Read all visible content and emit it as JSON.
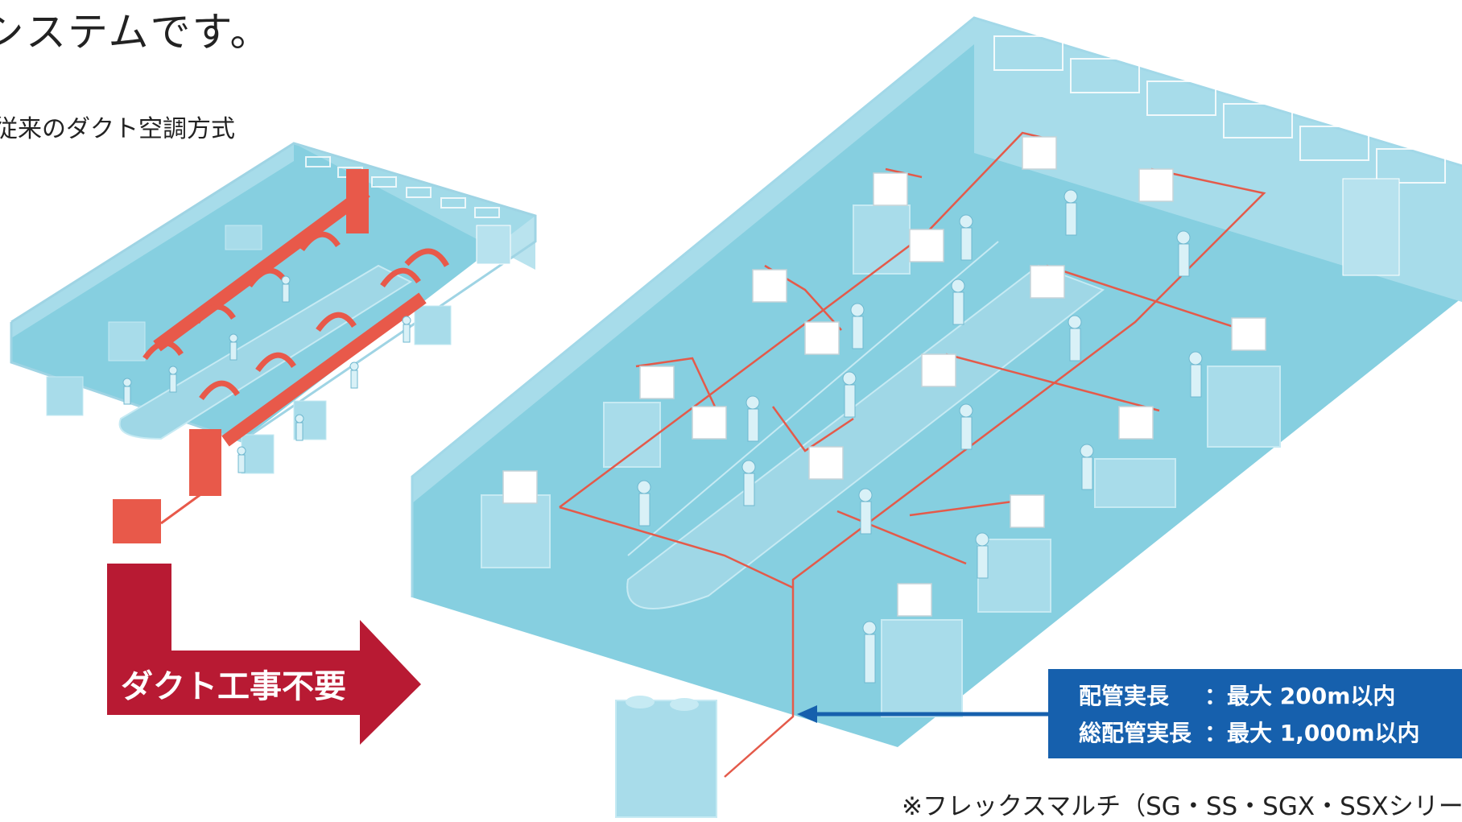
{
  "title": "システムです。",
  "left_diagram": {
    "label": "従来のダクト空調方式"
  },
  "arrow": {
    "label": "ダクト工事不要"
  },
  "spec": {
    "rows": [
      {
        "key": "配管実長",
        "value": "：最大 200m以内"
      },
      {
        "key": "総配管実長",
        "value": "：最大 1,000m以内"
      }
    ]
  },
  "note": "※フレックスマルチ（SG・SS・SGX・SSXシリーズ",
  "colors": {
    "room": "#86cfe0",
    "wall": "#a7dcea",
    "duct": "#e8594a",
    "arrow": "#b81a33",
    "spec_box": "#1660ad",
    "pipe": "#e45a4a"
  }
}
